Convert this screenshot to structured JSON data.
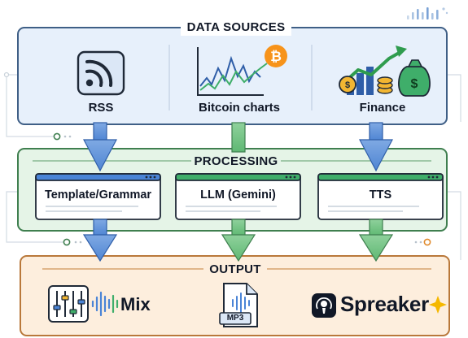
{
  "sections": {
    "data_sources": {
      "title": "DATA SOURCES"
    },
    "processing": {
      "title": "PROCESSING"
    },
    "output": {
      "title": "OUTPUT"
    }
  },
  "sources": [
    {
      "label": "RSS",
      "icon": "rss-icon"
    },
    {
      "label": "Bitcoin charts",
      "icon": "bitcoin-chart-icon"
    },
    {
      "label": "Finance",
      "icon": "finance-growth-icon"
    }
  ],
  "processors": [
    {
      "label": "Template/Grammar",
      "accent": "#4a84d6"
    },
    {
      "label": "LLM (Gemini)",
      "accent": "#3fae6a"
    },
    {
      "label": "TTS",
      "accent": "#3fae6a"
    }
  ],
  "outputs": {
    "mix": {
      "label": "Mix",
      "icon": "mixer-sliders-icon"
    },
    "mp3": {
      "label": "MP3",
      "icon": "mp3-file-icon"
    },
    "spreaker": {
      "label": "Spreaker",
      "icon": "spreaker-podcast-icon"
    }
  },
  "colors": {
    "sources_panel": "#e7f0fb",
    "processing_panel": "#e5f4e7",
    "output_panel": "#fdeedd",
    "arrow_blue": "#5b8ed6",
    "arrow_green": "#6cbf7e",
    "bitcoin": "#f7931a",
    "spreaker_star": "#f5b800"
  }
}
